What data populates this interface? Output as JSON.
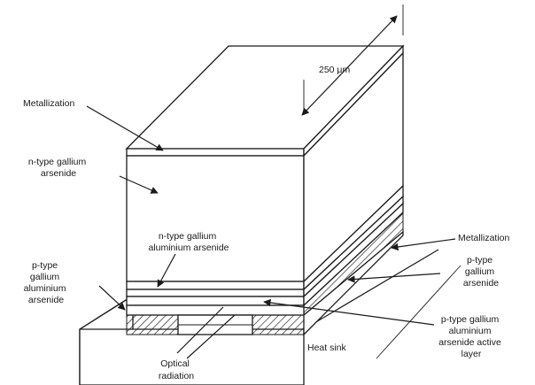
{
  "labels": {
    "dimension": "250 μm",
    "metallization_top": "Metallization",
    "n_gaas": [
      "n-type gallium",
      "arsenide"
    ],
    "n_gaalas": [
      "n-type gallium",
      "aluminium arsenide"
    ],
    "p_gaalas": [
      "p-type",
      "gallium",
      "aluminium",
      "arsenide"
    ],
    "metallization_side": "Metallization",
    "p_gaas": [
      "p-type",
      "gallium",
      "arsenide"
    ],
    "active_layer": [
      "p-type gallium",
      "aluminium",
      "arsenide active",
      "layer"
    ],
    "heat_sink": "Heat sink",
    "optical_radiation": [
      "Optical",
      "radiation"
    ]
  }
}
